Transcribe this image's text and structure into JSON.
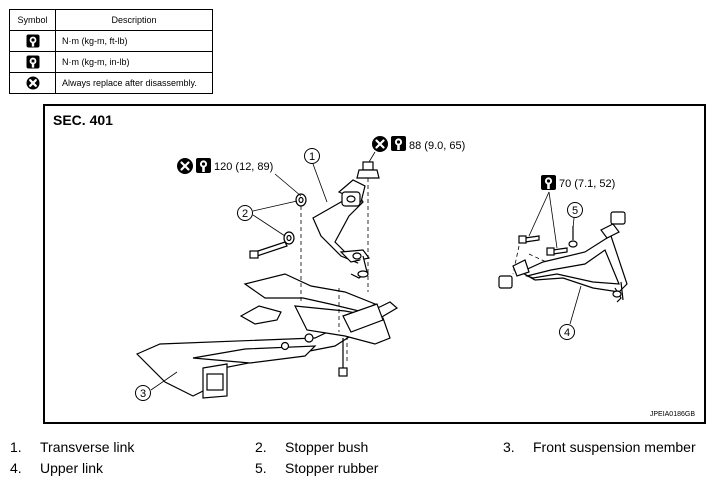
{
  "legend": {
    "headers": {
      "symbol": "Symbol",
      "description": "Description"
    },
    "rows": [
      {
        "icon": "torque-wrench-icon",
        "description": "N·m (kg-m, ft-lb)"
      },
      {
        "icon": "torque-wrench-inlb-icon",
        "description": "N·m (kg-m, in-lb)"
      },
      {
        "icon": "always-replace-icon",
        "description": "Always replace after disassembly."
      }
    ]
  },
  "figure": {
    "section": "SEC. 401",
    "code": "JPEIA0186GB",
    "torques": {
      "t120": "120 (12, 89)",
      "t88": "88 (9.0, 65)",
      "t70": "70 (7.1, 52)"
    },
    "callouts": [
      "1",
      "2",
      "3",
      "4",
      "5"
    ]
  },
  "parts": [
    {
      "num": "1.",
      "name": "Transverse link"
    },
    {
      "num": "2.",
      "name": "Stopper bush"
    },
    {
      "num": "3.",
      "name": "Front suspension member"
    },
    {
      "num": "4.",
      "name": "Upper link"
    },
    {
      "num": "5.",
      "name": "Stopper rubber"
    }
  ],
  "colors": {
    "line": "#000000",
    "background": "#ffffff"
  }
}
